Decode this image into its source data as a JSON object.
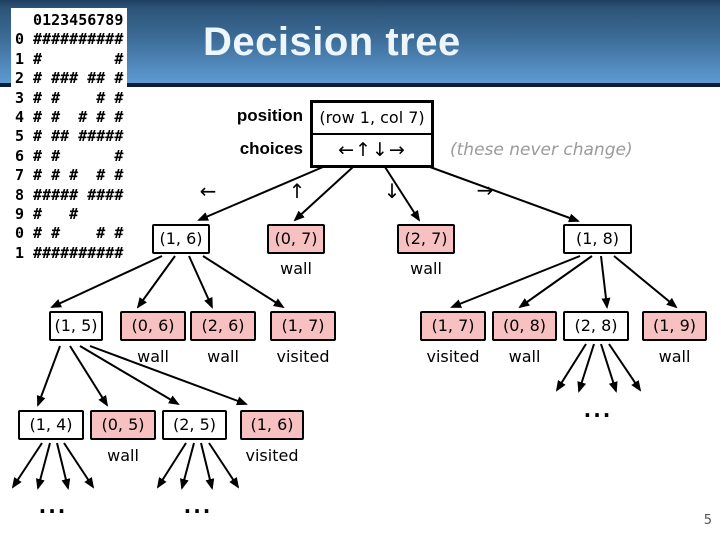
{
  "slide": {
    "title": "Decision tree",
    "page_number": "5"
  },
  "maze": {
    "text": "  0123456789\n0 ##########\n1 #        #\n2 # ### ## #\n3 # #    # #\n4 # #  # # #\n5 # ## #####\n6 # #      #\n7 # # #  # #\n8 ##### ####\n9 #   #\n0 # #    # #\n1 ##########"
  },
  "state_panel": {
    "position_label": "position",
    "position_value": "(row 1, col 7)",
    "choices_label": "choices",
    "choices_value": "←↑↓→",
    "note": "(these never change)"
  },
  "tree": {
    "edge_labels": [
      "←",
      "↑",
      "↓",
      "→"
    ],
    "ellipsis": "...",
    "nodes": [
      {
        "text": "(1, 6)",
        "status": ""
      },
      {
        "text": "(0, 7)",
        "status": "wall"
      },
      {
        "text": "(2, 7)",
        "status": "wall"
      },
      {
        "text": "(1, 8)",
        "status": ""
      },
      {
        "text": "(1, 5)",
        "status": ""
      },
      {
        "text": "(0, 6)",
        "status": "wall"
      },
      {
        "text": "(2, 6)",
        "status": "wall"
      },
      {
        "text": "(1, 7)",
        "status": "visited"
      },
      {
        "text": "(1, 7)",
        "status": "visited"
      },
      {
        "text": "(0, 8)",
        "status": "wall"
      },
      {
        "text": "(2, 8)",
        "status": ""
      },
      {
        "text": "(1, 9)",
        "status": "wall"
      },
      {
        "text": "(1, 4)",
        "status": ""
      },
      {
        "text": "(0, 5)",
        "status": "wall"
      },
      {
        "text": "(2, 5)",
        "status": ""
      },
      {
        "text": "(1, 6)",
        "status": "visited"
      }
    ]
  },
  "colors": {
    "header_top": "#2c5478",
    "header_bottom": "#5d9bd3",
    "header_border": "#0d1d36",
    "title_text": "#eef6fd",
    "pruned_fill": "#f8c1c1",
    "note_text": "#9a9a9a"
  }
}
